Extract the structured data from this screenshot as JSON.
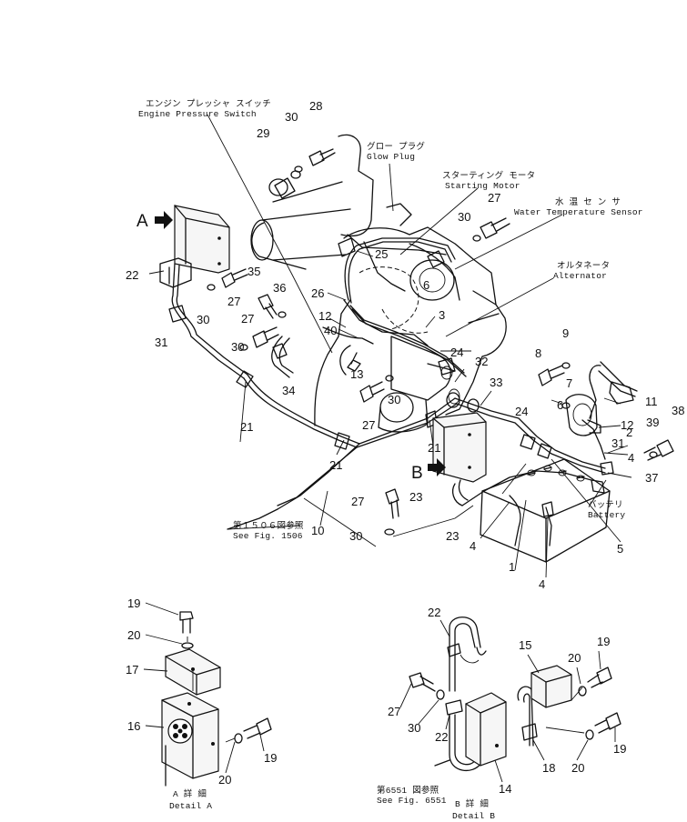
{
  "components": {
    "engine_pressure_switch": {
      "jp": "エンジン プレッシャ スイッチ",
      "en": "Engine Pressure Switch"
    },
    "glow_plug": {
      "jp": "グロー プラグ",
      "en": "Glow Plug"
    },
    "starting_motor": {
      "jp": "スターティング モータ",
      "en": "Starting Motor"
    },
    "water_temperature_sensor": {
      "jp": "水 温 セ ン サ",
      "en": "Water Temperature Sensor"
    },
    "alternator": {
      "jp": "オルタネータ",
      "en": "Alternator"
    },
    "battery": {
      "jp": "バッテリ",
      "en": "Battery"
    }
  },
  "references": {
    "fig_1506": {
      "jp": "第１５０６図参照",
      "en": "See Fig. 1506"
    },
    "fig_6551": {
      "jp": "第6551 図参照",
      "en": "See Fig. 6551"
    }
  },
  "details": {
    "a": {
      "marker": "A",
      "jp": "A 詳 細",
      "en": "Detail A"
    },
    "b": {
      "marker": "B",
      "jp": "B 詳 細",
      "en": "Detail B"
    }
  },
  "part_numbers": {
    "p1": "1",
    "p2": "2",
    "p3": "3",
    "p4": "4",
    "p5": "5",
    "p6": "6",
    "p7": "7",
    "p8": "8",
    "p9": "9",
    "p10": "10",
    "p11": "11",
    "p12": "12",
    "p13": "13",
    "p14": "14",
    "p15": "15",
    "p16": "16",
    "p17": "17",
    "p18": "18",
    "p19": "19",
    "p20": "20",
    "p21": "21",
    "p22": "22",
    "p23": "23",
    "p24": "24",
    "p25": "25",
    "p26": "26",
    "p27": "27",
    "p28": "28",
    "p29": "29",
    "p30": "30",
    "p31": "31",
    "p32": "32",
    "p33": "33",
    "p34": "34",
    "p35": "35",
    "p36": "36",
    "p37": "37",
    "p38": "38",
    "p39": "39",
    "p40": "40"
  }
}
